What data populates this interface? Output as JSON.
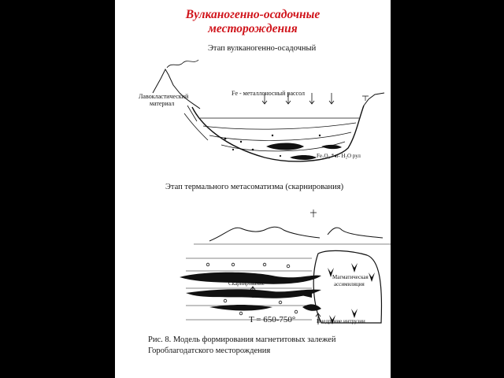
{
  "slide": {
    "title_line1": "Вулканогенно-осадочные",
    "title_line2": "месторождения"
  },
  "stage1": {
    "heading": "Этап вулканогенно-осадочный",
    "label_lava_1": "Лавокластический",
    "label_lava_2": "материал",
    "label_brine": "Fe - металлоносный рассол",
    "label_formula": "Fe₂O₃ * n- H₂O рул"
  },
  "stage2": {
    "heading": "Этап термального метасоматизма (скарнирования)",
    "label_skarn": "Скарнирование",
    "label_magma_1": "Магматическая",
    "label_magma_2": "ассимиляция",
    "label_temp": "T = 650-750°",
    "label_intrusion": "Внедрение интрузии"
  },
  "caption": {
    "line1": "Рис. 8. Модель формирования магнетитовых залежей",
    "line2": "Гороблагодатского месторождения"
  },
  "colors": {
    "slide_background": "#ffffff",
    "title": "#d0141b",
    "ink": "#111111"
  }
}
